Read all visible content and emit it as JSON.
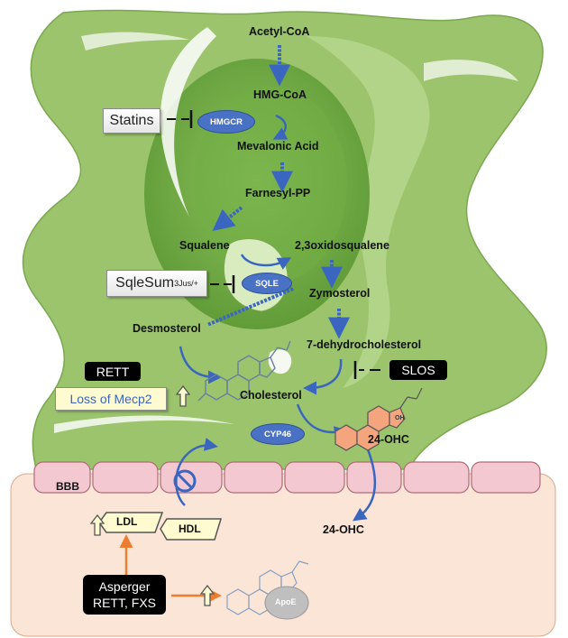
{
  "pathway": {
    "acetyl_coa": "Acetyl-CoA",
    "hmg_coa": "HMG-CoA",
    "mevalonic_acid": "Mevalonic Acid",
    "farnesyl_pp": "Farnesyl-PP",
    "squalene": "Squalene",
    "oxidosqualene": "2,3oxidosqualene",
    "zymosterol": "Zymosterol",
    "desmosterol": "Desmosterol",
    "dehydrocholesterol": "7-dehydrocholesterol",
    "cholesterol": "Cholesterol",
    "ohc_24": "24-OHC",
    "ohc_24_blood": "24-OHC"
  },
  "enzymes": {
    "hmgcr": "HMGCR",
    "sqle": "SQLE",
    "cyp46": "CYP46"
  },
  "inhibitors": {
    "statins": "Statins",
    "sqlesum_base": "SqleSum",
    "sqlesum_sup": "3Jus/+",
    "slos": "SLOS"
  },
  "conditions": {
    "rett": "RETT",
    "loss_mecp2": "Loss of Mecp2",
    "asperger_line1": "Asperger",
    "asperger_line2": "RETT, FXS"
  },
  "blood": {
    "bbb": "BBB",
    "ldl": "LDL",
    "hdl": "HDL",
    "apoe": "ApoE",
    "oh_label": "OH"
  },
  "colors": {
    "cell_outer": "#9bc46d",
    "cell_light": "#b8d88f",
    "cell_dark": "#6fa845",
    "enzyme_blue": "#4a72c4",
    "arrow_blue": "#3a66c0",
    "blood_bg": "#fbe5d6",
    "bbb_cell": "#f4c8d0",
    "orange_arrow": "#ed7d31",
    "pale_yellow": "#fffbd0"
  }
}
